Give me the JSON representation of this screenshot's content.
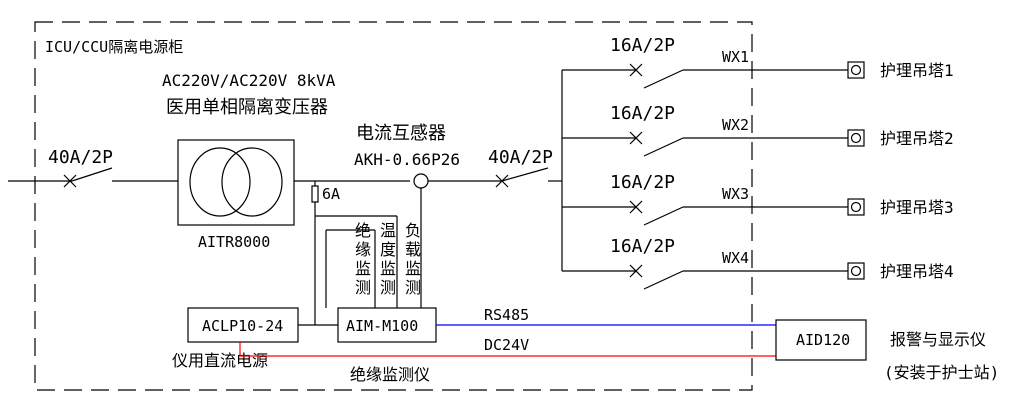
{
  "cabinet_title": "ICU/CCU隔离电源柜",
  "transformer": {
    "rating": "AC220V/AC220V 8kVA",
    "name": "医用单相隔离变压器",
    "model": "AITR8000"
  },
  "main_breaker_in": "40A/2P",
  "ct": {
    "name": "电流互感器",
    "model": "AKH-0.66P26"
  },
  "fuse": "6A",
  "main_breaker_out": "40A/2P",
  "monitor_labels": {
    "insulation": [
      "绝",
      "缘",
      "监",
      "测"
    ],
    "temperature": [
      "温",
      "度",
      "监",
      "测"
    ],
    "load": [
      "负",
      "载",
      "监",
      "测"
    ]
  },
  "branches": [
    {
      "breaker": "16A/2P",
      "circuit": "WX1",
      "load": "护理吊塔1"
    },
    {
      "breaker": "16A/2P",
      "circuit": "WX2",
      "load": "护理吊塔2"
    },
    {
      "breaker": "16A/2P",
      "circuit": "WX3",
      "load": "护理吊塔3"
    },
    {
      "breaker": "16A/2P",
      "circuit": "WX4",
      "load": "护理吊塔4"
    }
  ],
  "power_supply": {
    "model": "ACLP10-24",
    "name": "仪用直流电源"
  },
  "insulation_monitor": {
    "model": "AIM-M100",
    "name": "绝缘监测仪"
  },
  "comm": {
    "rs485": "RS485",
    "dc24v": "DC24V"
  },
  "display": {
    "model": "AID120",
    "name": "报警与显示仪",
    "note": "(安装于护士站)"
  },
  "colors": {
    "rs485_line": "#0000ff",
    "dc24v_line": "#ff0000",
    "line": "#000000"
  }
}
